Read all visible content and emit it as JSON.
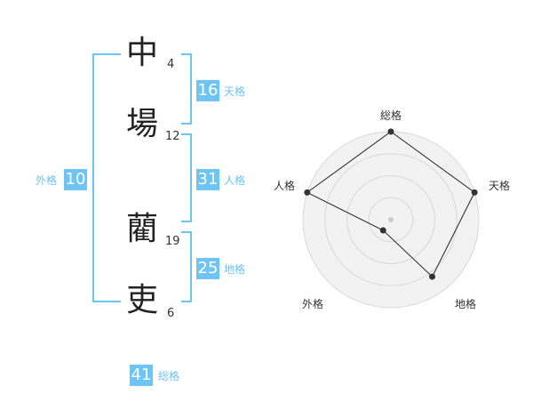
{
  "name": {
    "chars": [
      {
        "char": "中",
        "strokes": "4"
      },
      {
        "char": "場",
        "strokes": "12"
      },
      {
        "char": "藺",
        "strokes": "19"
      },
      {
        "char": "吏",
        "strokes": "6"
      }
    ]
  },
  "kaku": {
    "tenkaku": {
      "value": "16",
      "label": "天格"
    },
    "jinkaku": {
      "value": "31",
      "label": "人格"
    },
    "chikaku": {
      "value": "25",
      "label": "地格"
    },
    "gaikaku": {
      "value": "10",
      "label": "外格"
    },
    "soukaku": {
      "value": "41",
      "label": "総格"
    }
  },
  "colors": {
    "accent": "#6ec4f2",
    "text": "#333333"
  },
  "chart_data": {
    "type": "radar",
    "axes": [
      "総格",
      "天格",
      "地格",
      "外格",
      "人格"
    ],
    "values": [
      1.0,
      1.0,
      0.8,
      0.15,
      1.0
    ],
    "rings": 4
  }
}
